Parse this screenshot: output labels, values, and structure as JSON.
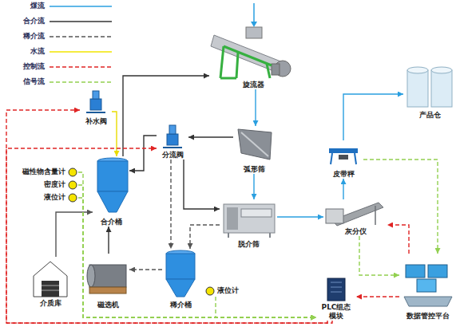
{
  "diagram": {
    "nodes": [
      {
        "text": [
          "旋流器"
        ]
      },
      {
        "text": [
          "产品仓"
        ]
      },
      {
        "text": [
          "补水阀"
        ]
      },
      {
        "text": [
          "分流阀"
        ]
      },
      {
        "text": [
          "弧形筛"
        ]
      },
      {
        "text": [
          "皮带秤"
        ]
      },
      {
        "text": [
          "磁性物含量计"
        ]
      },
      {
        "text": [
          "密度计"
        ]
      },
      {
        "text": [
          "液位计"
        ]
      },
      {
        "text": [
          "合介桶"
        ]
      },
      {
        "text": [
          "脱介筛"
        ]
      },
      {
        "text": [
          "灰分仪"
        ]
      },
      {
        "text": [
          "介质库"
        ]
      },
      {
        "text": [
          "磁选机"
        ]
      },
      {
        "text": [
          "稀介桶"
        ]
      },
      {
        "text": [
          "液位计"
        ]
      },
      {
        "text": [
          "PLC组态 模块"
        ]
      },
      {
        "text": [
          "数据管控平台"
        ]
      }
    ],
    "edges": [
      {
        "from": 0,
        "to": 4,
        "arrow": "to"
      },
      {
        "from": 4,
        "to": 10,
        "arrow": "to"
      },
      {
        "from": 10,
        "to": 11,
        "arrow": "to"
      },
      {
        "from": 11,
        "to": 5,
        "arrow": "to"
      },
      {
        "from": 5,
        "to": 1,
        "arrow": "to"
      },
      {
        "from": 9,
        "to": 0,
        "arrow": "to"
      },
      {
        "from": 2,
        "to": 9,
        "arrow": "to"
      },
      {
        "from": 4,
        "to": 3,
        "arrow": "to"
      },
      {
        "from": 3,
        "to": 9,
        "arrow": "to"
      },
      {
        "from": 3,
        "to": 10,
        "arrow": "to"
      },
      {
        "from": 3,
        "to": 14,
        "arrow": "to"
      },
      {
        "from": 10,
        "to": 14,
        "arrow": "to"
      },
      {
        "from": 14,
        "to": 13,
        "arrow": "to"
      },
      {
        "from": 13,
        "to": 9,
        "arrow": "to"
      },
      {
        "from": 12,
        "to": 9,
        "arrow": "to"
      },
      {
        "from": 6,
        "to": 16,
        "arrow": "to"
      },
      {
        "from": 7,
        "to": 16,
        "arrow": "to"
      },
      {
        "from": 8,
        "to": 16,
        "arrow": "to"
      },
      {
        "from": 15,
        "to": 16,
        "arrow": "to"
      },
      {
        "from": 16,
        "to": 2,
        "arrow": "to"
      },
      {
        "from": 16,
        "to": 3,
        "arrow": "to"
      },
      {
        "from": 17,
        "to": 16,
        "arrow": "to"
      },
      {
        "from": 17,
        "to": 11,
        "arrow": "to"
      },
      {
        "from": 11,
        "to": 17,
        "arrow": "to"
      },
      {
        "from": 5,
        "to": 17,
        "arrow": "to"
      }
    ],
    "legend": [
      {
        "text": "煤流"
      },
      {
        "text": "合介流"
      },
      {
        "text": "稀介流"
      },
      {
        "text": "水流"
      },
      {
        "text": "控制流"
      },
      {
        "text": "信号流"
      }
    ]
  }
}
